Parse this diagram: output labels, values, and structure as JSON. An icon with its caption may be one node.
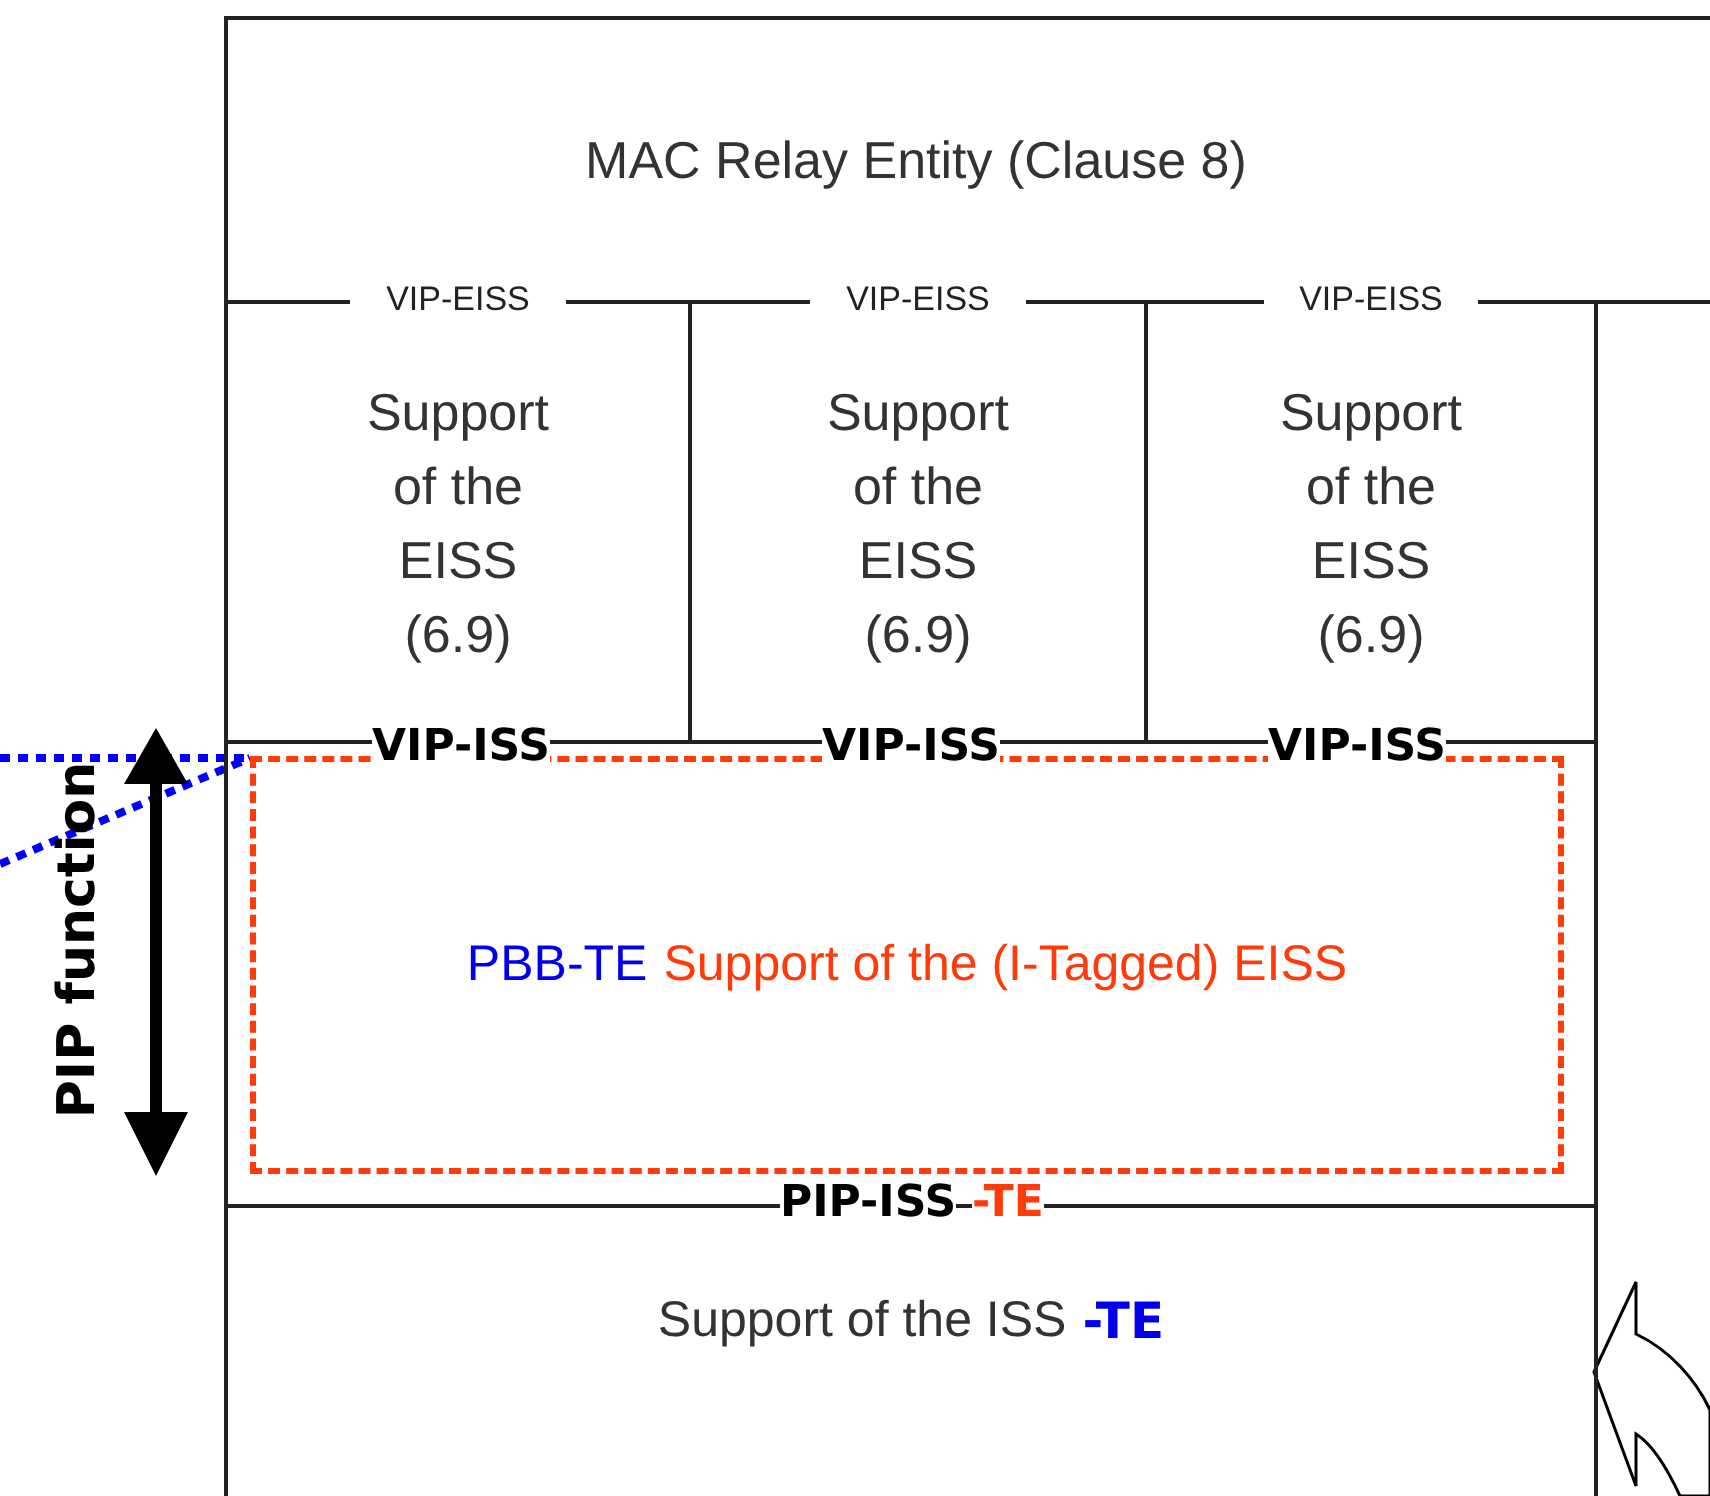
{
  "diagram": {
    "nodes": [
      {
        "text": [
          "MAC Relay Entity (Clause 8)"
        ]
      },
      {
        "text": [
          "VIP-EISS",
          "Support of the EISS (6.9)"
        ]
      },
      {
        "text": [
          "VIP-EISS",
          "Support of the EISS (6.9)"
        ]
      },
      {
        "text": [
          "VIP-EISS",
          "Support of the EISS (6.9)"
        ]
      },
      {
        "text": [
          "PBB-TE",
          "Support of the (I-Tagged) EISS"
        ]
      },
      {
        "text": [
          "Support of the ISS",
          "-TE"
        ]
      }
    ],
    "edges": [
      {
        "from": null,
        "to": 4,
        "arrow": "none",
        "style": "dashed",
        "color": "#0000ff"
      },
      {
        "from": null,
        "to": 4,
        "arrow": "none",
        "style": "dashed",
        "color": "#0000ff"
      },
      {
        "from": null,
        "to": 5,
        "arrow": "to"
      }
    ],
    "labels": [
      "VIP-ISS",
      "VIP-ISS",
      "VIP-ISS",
      "PIP-ISS",
      "-TE",
      "PIP function"
    ]
  }
}
